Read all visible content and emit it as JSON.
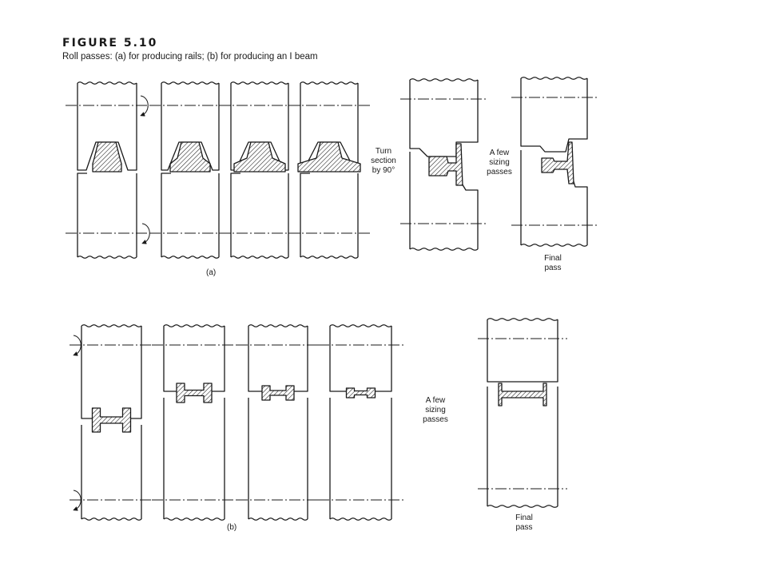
{
  "figure": {
    "title": "FIGURE 5.10",
    "caption": "Roll passes: (a) for producing rails; (b) for producing an I beam"
  },
  "part_a": {
    "label": "(a)",
    "turn_note": [
      "Turn",
      "section",
      "by 90°"
    ],
    "sizing_note": [
      "A few",
      "sizing",
      "passes"
    ],
    "final_note": [
      "Final",
      "pass"
    ]
  },
  "part_b": {
    "label": "(b)",
    "sizing_note": [
      "A few",
      "sizing",
      "passes"
    ],
    "final_note": [
      "Final",
      "pass"
    ]
  },
  "colors": {
    "line": "#1a1a1a",
    "background": "#ffffff"
  }
}
